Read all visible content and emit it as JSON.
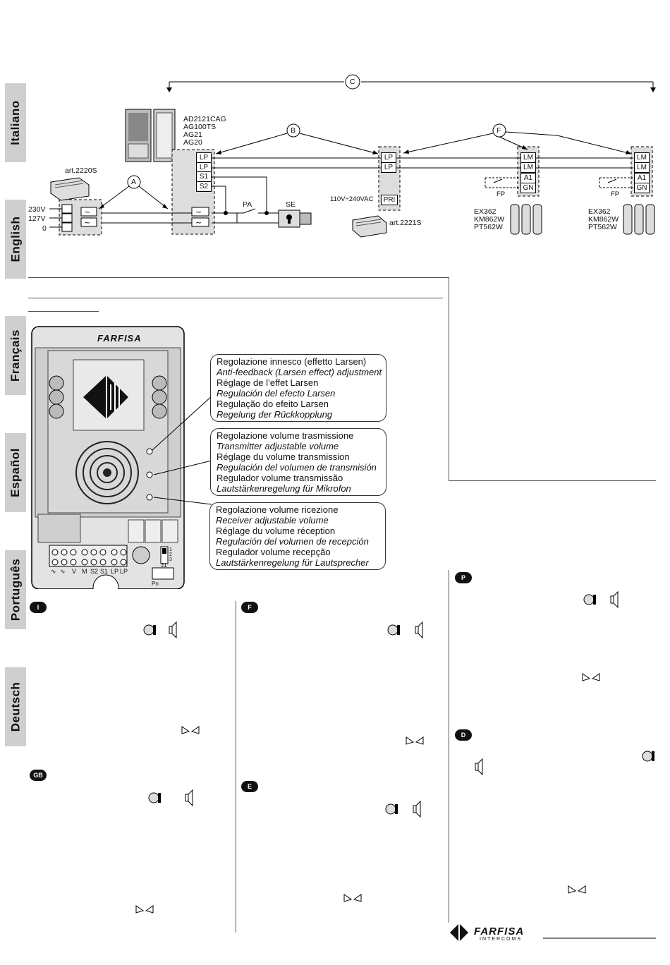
{
  "side_tabs": [
    "Italiano",
    "English",
    "Français",
    "Español",
    "Português",
    "Deutsch"
  ],
  "diagram": {
    "marks": {
      "a": "A",
      "b": "B",
      "c": "C",
      "f": "F"
    },
    "panel_models": [
      "AD2121CAG",
      "AG100TS",
      "AG21",
      "AG20"
    ],
    "power_supply": "art.2220S",
    "voltages": [
      "230V",
      "127V",
      "0"
    ],
    "panel_terminals": [
      "LP",
      "LP",
      "S1",
      "S2"
    ],
    "pa": "PA",
    "se": "SE",
    "second_terminals": [
      "LP",
      "LP"
    ],
    "pri": "PRI",
    "pri_voltage": "110V÷240VAC",
    "second_supply": "art.2221S",
    "handset_terminals": [
      "LM",
      "LM",
      "A1",
      "GN"
    ],
    "fp": "FP",
    "handset_models": [
      "EX362",
      "KM862W",
      "PT562W"
    ]
  },
  "module": {
    "brand": "FARFISA",
    "terminal_labels": [
      "∿",
      "∿",
      "V",
      "M",
      "S2",
      "S1",
      "LP",
      "LP"
    ],
    "jumper": "J1",
    "jumper_positions": [
      "1",
      "2",
      "3"
    ],
    "pn": "Pn"
  },
  "callouts": {
    "larsen": [
      "Regolazione innesco (effetto Larsen)",
      "Anti-feedback (Larsen effect) adjustment",
      "Réglage de l’effet Larsen",
      "Regulación del efecto Larsen",
      "Regulação do efeito Larsen",
      "Regelung der Rückkopplung"
    ],
    "transmit": [
      "Regolazione volume trasmissione",
      "Transmitter adjustable volume",
      "Réglage du volume transmission",
      "Regulación del volumen de transmisión",
      "Regulador volume transmissão",
      "Lautstärkenregelung für Mikrofon"
    ],
    "receive": [
      "Regolazione volume ricezione",
      "Receiver adjustable volume",
      "Réglage du volume réception",
      "Regulación del volumen de recepción",
      "Regulador volume recepção",
      "Lautstärkenregelung für Lautsprecher"
    ]
  },
  "language_badges": {
    "i": "I",
    "gb": "GB",
    "f": "F",
    "e": "E",
    "p": "P",
    "d": "D"
  },
  "footer_brand": {
    "name": "FARFISA",
    "sub": "INTERCOMS"
  }
}
